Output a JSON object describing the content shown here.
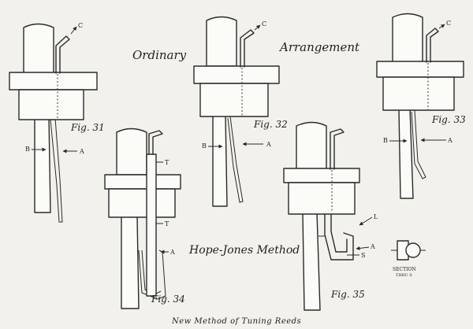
{
  "headings": {
    "ordinary": "Ordinary",
    "arrangement": "Arrangement",
    "hope_jones": "Hope-Jones Method"
  },
  "caption": "New Method of Tuning Reeds",
  "figures": {
    "fig31": {
      "label": "Fig. 31",
      "c": "C",
      "a": "A",
      "b": "B"
    },
    "fig32": {
      "label": "Fig. 32",
      "c": "C",
      "a": "A",
      "b": "B"
    },
    "fig33": {
      "label": "Fig. 33",
      "c": "C",
      "a": "A",
      "b": "B"
    },
    "fig34": {
      "label": "Fig. 34",
      "t1": "T",
      "t2": "T",
      "a": "A"
    },
    "fig35": {
      "label": "Fig. 35",
      "l": "L",
      "a": "A",
      "s": "S"
    }
  },
  "section": {
    "label": "SECTION",
    "sub": "THRU S"
  }
}
